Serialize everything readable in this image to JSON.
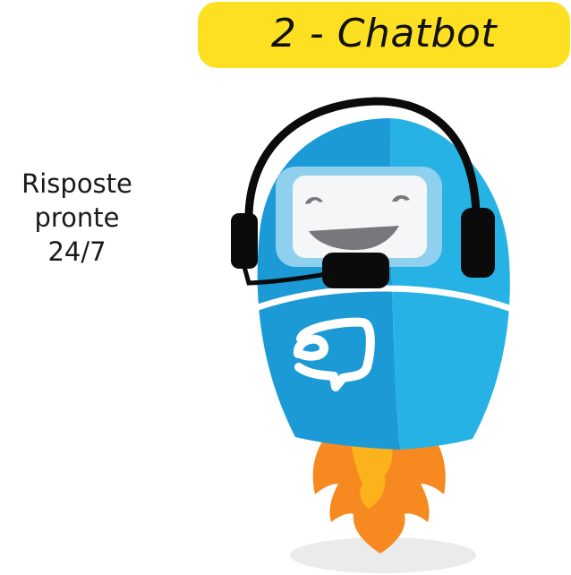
{
  "header": {
    "title": "2 - Chatbot",
    "background_color": "#fce021"
  },
  "caption": {
    "lines": [
      "Risposte",
      "pronte",
      "24/7"
    ]
  },
  "illustration": {
    "subject": "robot-chatbot-mascot-with-headset-and-rocket-flame",
    "colors": {
      "body_dark": "#1c9ad6",
      "body_light": "#27b2e6",
      "visor": "#8fd0ee",
      "face": "#f5f6f7",
      "features": "#77787b",
      "headset": "#0b0b0b",
      "flame_outer": "#f68a21",
      "flame_inner": "#fcb21b",
      "shadow": "#ebebeb"
    }
  }
}
